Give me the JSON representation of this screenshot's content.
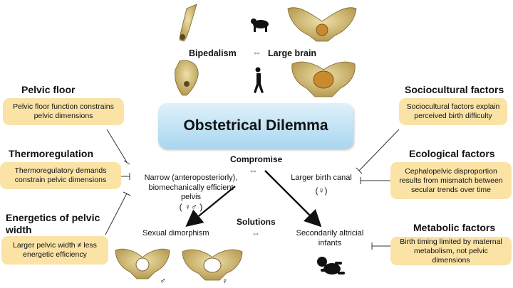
{
  "center": {
    "title": "Obstetrical Dilemma"
  },
  "top": {
    "bipedalism": "Bipedalism",
    "large_brain": "Large brain",
    "arrow_sym": "⇔",
    "arrow_short": "⇔"
  },
  "left_factors": [
    {
      "title": "Pelvic floor",
      "text": "Pelvic floor function constrains pelvic dimensions"
    },
    {
      "title": "Thermoregulation",
      "text": "Thermoregulatory demands constrain pelvic dimensions"
    },
    {
      "title": "Energetics of pelvic width",
      "text": "Larger pelvic width ≠ less energetic efficiency"
    }
  ],
  "right_factors": [
    {
      "title": "Sociocultural factors",
      "text": "Sociocultural factors explain perceived birth difficulty"
    },
    {
      "title": "Ecological factors",
      "text": "Cephalopelvic disproportion results from mismatch between secular trends over time"
    },
    {
      "title": "Metabolic factors",
      "text": "Birth timing limited by maternal metabolism, not pelvic dimensions"
    }
  ],
  "middle": {
    "compromise": "Compromise",
    "compromise_sym": "⇔",
    "narrow_line1": "Narrow (anteroposteriorly),",
    "narrow_line2": "biomechanically efficient",
    "narrow_line3": "pelvis",
    "narrow_sex": "( ♀♂ )",
    "larger_canal": "Larger birth canal",
    "larger_sex": "(♀)",
    "solutions": "Solutions",
    "solutions_sym": "↔",
    "sexual_dimorphism": "Sexual dimorphism",
    "altricial_line1": "Secondarily altricial",
    "altricial_line2": "infants",
    "male_symbol": "♂",
    "female_symbol": "♀"
  },
  "colors": {
    "box": "#fbe3a6",
    "bone": "#d9c27a",
    "center_box": "#a9d6ef"
  }
}
